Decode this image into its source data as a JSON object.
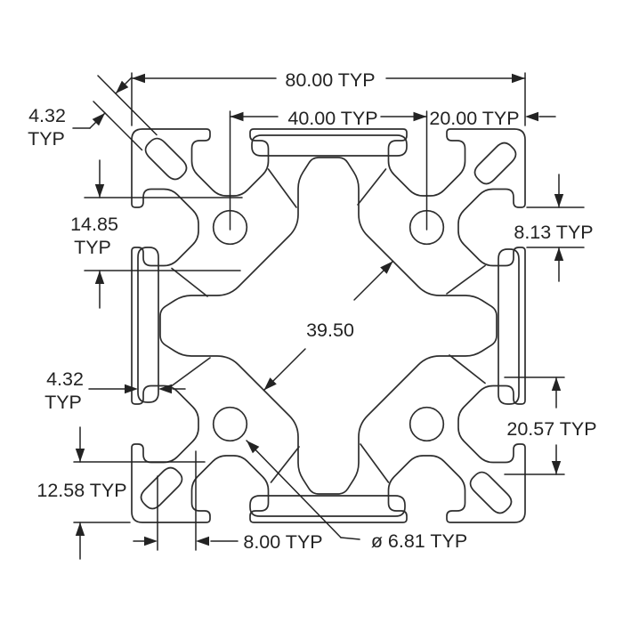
{
  "drawing": {
    "kind": "t-slot extrusion cross-section technical drawing",
    "colors": {
      "line": "#2e2e2e",
      "text": "#232323",
      "background": "#ffffff"
    }
  },
  "dimensions": {
    "overall_width": {
      "label": "80.00 TYP"
    },
    "slot_spacing": {
      "label": "40.00 TYP"
    },
    "edge_to_slot": {
      "label": "20.00 TYP"
    },
    "corner_web": {
      "label": "4.32",
      "label2": "TYP"
    },
    "corner_slot_offset": {
      "label": "14.85",
      "label2": "TYP"
    },
    "slot_opening": {
      "label": "8.13 TYP"
    },
    "center_cavity": {
      "label": "39.50"
    },
    "face_channel": {
      "label": "4.32",
      "label2": "TYP"
    },
    "side_cavity": {
      "label": "20.57 TYP"
    },
    "bottom_offset": {
      "label": "12.58 TYP"
    },
    "channel_offset": {
      "label": "8.00 TYP"
    },
    "hole_diameter": {
      "label": "ø 6.81 TYP"
    }
  }
}
